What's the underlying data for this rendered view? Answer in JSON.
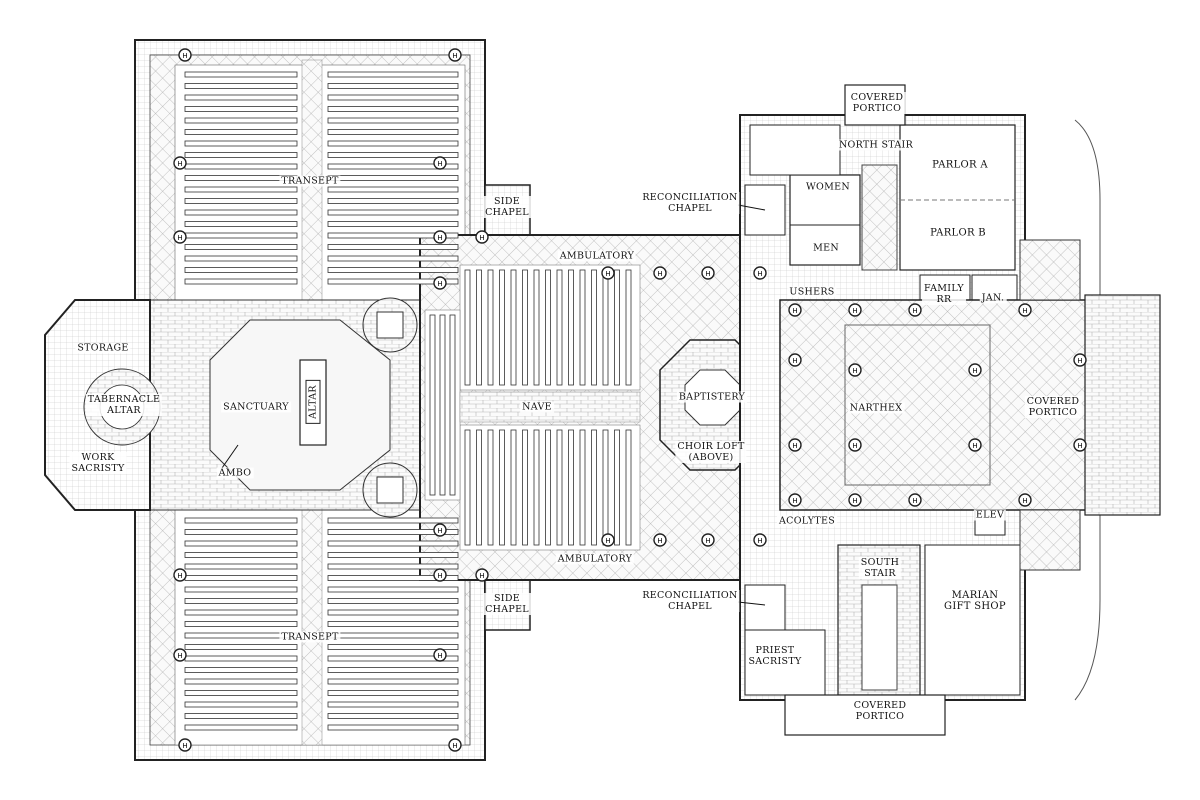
{
  "plan": {
    "labels": {
      "covered_portico_north": [
        "COVERED",
        "PORTICO"
      ],
      "north_stair": "NORTH STAIR",
      "parlor_a": "PARLOR A",
      "parlor_b": "PARLOR B",
      "women": "WOMEN",
      "men": "MEN",
      "reconciliation_chapel_north": [
        "RECONCILIATION",
        "CHAPEL"
      ],
      "side_chapel_north": [
        "SIDE",
        "CHAPEL"
      ],
      "transept_north": "TRANSEPT",
      "ambulatory_north": "AMBULATORY",
      "ushers": "USHERS",
      "family_rr": [
        "FAMILY",
        "RR"
      ],
      "jan": "JAN.",
      "storage": "STORAGE",
      "tabernacle_altar": [
        "TABERNACLE",
        "ALTAR"
      ],
      "sanctuary": "SANCTUARY",
      "altar": "ALTAR",
      "nave": "NAVE",
      "baptistery": "BAPTISTERY",
      "narthex": "NARTHEX",
      "covered_portico_east": [
        "COVERED",
        "PORTICO"
      ],
      "work_sacristy": [
        "WORK",
        "SACRISTY"
      ],
      "choir_loft": [
        "CHOIR LOFT",
        "(ABOVE)"
      ],
      "ambo": "AMBO",
      "acolytes": "ACOLYTES",
      "elev": "ELEV",
      "ambulatory_south": "AMBULATORY",
      "south_stair": [
        "SOUTH",
        "STAIR"
      ],
      "reconciliation_chapel_south": [
        "RECONCILIATION",
        "CHAPEL"
      ],
      "side_chapel_south": [
        "SIDE",
        "CHAPEL"
      ],
      "marian_gift_shop": [
        "MARIAN",
        "GIFT SHOP"
      ],
      "transept_south": "TRANSEPT",
      "priest_sacristy": [
        "PRIEST",
        "SACRISTY"
      ],
      "covered_portico_south": [
        "COVERED",
        "PORTICO"
      ]
    },
    "column_marker": "H",
    "colors": {
      "line": "#222222",
      "hatch": "#9a9a9a",
      "floor": "#f4f4f4"
    }
  }
}
